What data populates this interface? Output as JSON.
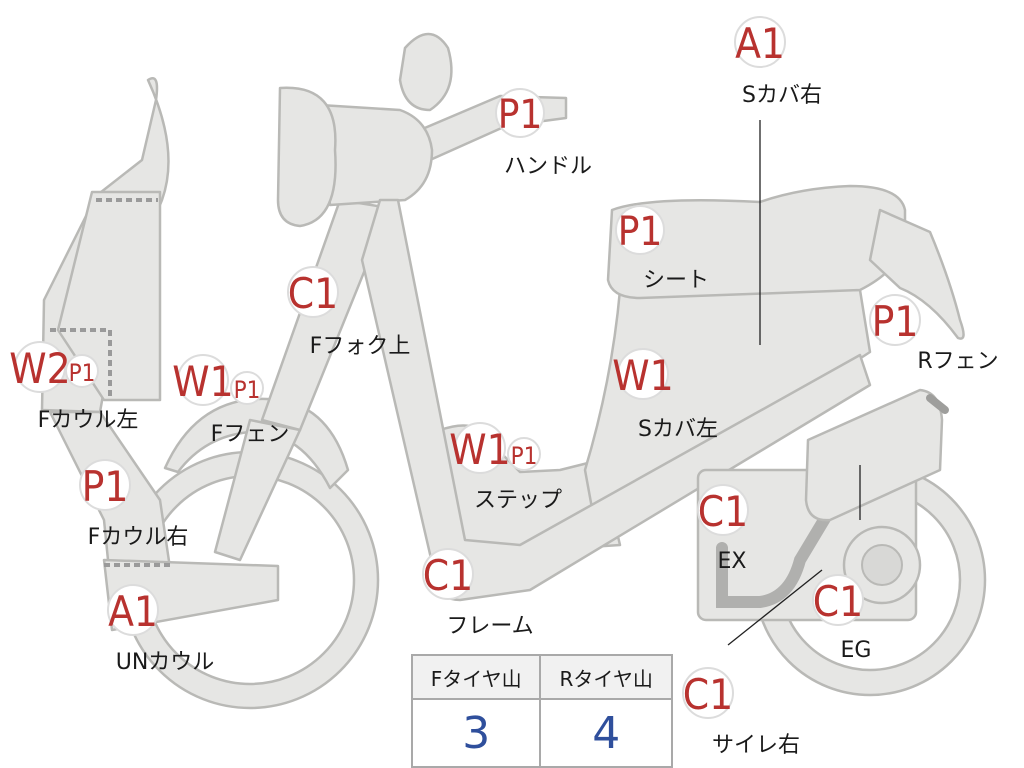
{
  "parts": {
    "handle": {
      "grade": "P1",
      "label": "ハンドル"
    },
    "s_cover_r": {
      "grade": "A1",
      "label": "Sカバ右"
    },
    "seat": {
      "grade": "P1",
      "label": "シート"
    },
    "f_fork": {
      "grade": "C1",
      "label": "Fフォク上"
    },
    "r_fender": {
      "grade": "P1",
      "label": "Rフェン"
    },
    "f_cowl_l": {
      "grade": "W2",
      "sub": "P1",
      "label": "Fカウル左"
    },
    "f_fender": {
      "grade": "W1",
      "sub": "P1",
      "label": "Fフェン"
    },
    "s_cover_l": {
      "grade": "W1",
      "label": "Sカバ左"
    },
    "step": {
      "grade": "W1",
      "sub": "P1",
      "label": "ステップ"
    },
    "f_cowl_r": {
      "grade": "P1",
      "label": "Fカウル右"
    },
    "exhaust": {
      "grade": "C1",
      "label": "EX"
    },
    "frame": {
      "grade": "C1",
      "label": "フレーム"
    },
    "engine": {
      "grade": "C1",
      "label": "EG"
    },
    "un_cowl": {
      "grade": "A1",
      "label": "UNカウル"
    },
    "muffler_r": {
      "grade": "C1",
      "label": "サイレ右"
    }
  },
  "tread": {
    "front_header": "Fタイヤ山",
    "rear_header": "Rタイヤ山",
    "front_value": "3",
    "rear_value": "4"
  }
}
